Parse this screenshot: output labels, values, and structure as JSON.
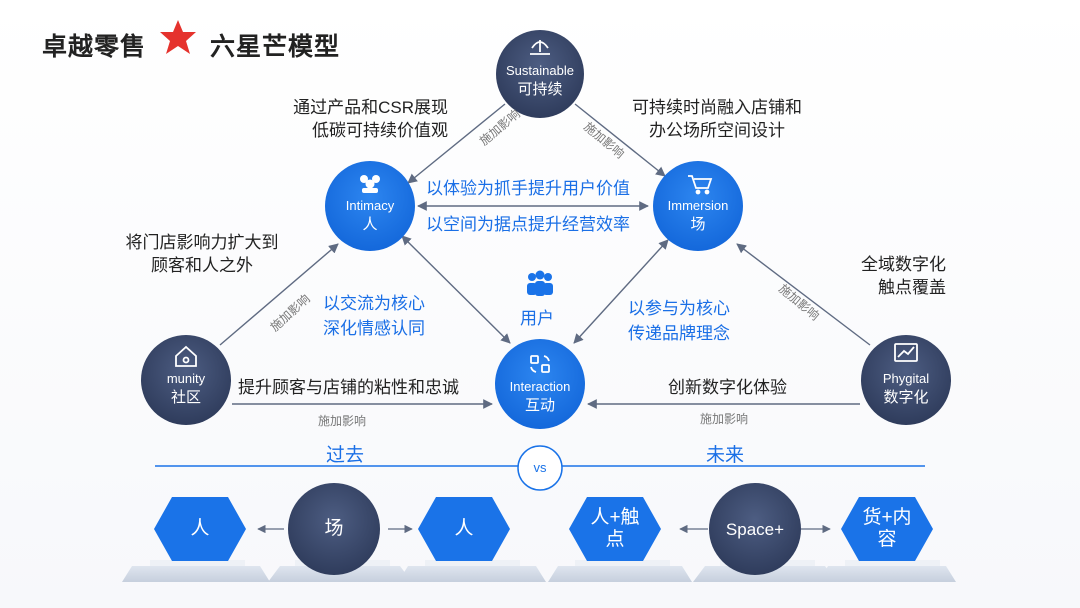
{
  "title": {
    "left": "卓越零售",
    "right": "六星芒模型"
  },
  "nodes": {
    "sustainable": {
      "en": "Sustainable",
      "cn": "可持续"
    },
    "intimacy": {
      "en": "Intimacy",
      "cn": "人"
    },
    "immersion": {
      "en": "Immersion",
      "cn": "场"
    },
    "community": {
      "en": "munity",
      "cn": "社区"
    },
    "interaction": {
      "en": "Interaction",
      "cn": "互动"
    },
    "phygital": {
      "en": "Phygital",
      "cn": "数字化"
    }
  },
  "notes": {
    "top_left": [
      "通过产品和CSR展现",
      "低碳可持续价值观"
    ],
    "top_right": [
      "可持续时尚融入店铺和",
      "办公场所空间设计"
    ],
    "mid_left": [
      "将门店影响力扩大到",
      "顾客和人之外"
    ],
    "mid_right": [
      "全域数字化",
      "触点覆盖"
    ],
    "center_top_1": "以体验为抓手提升用户价值",
    "center_top_2": "以空间为据点提升经营效率",
    "left_mid": [
      "以交流为核心",
      "深化情感认同"
    ],
    "right_mid": [
      "以参与为核心",
      "传递品牌理念"
    ],
    "user": "用户",
    "bottom_left": "提升顾客与店铺的粘性和忠诚",
    "bottom_right": "创新数字化体验"
  },
  "influence": "施加影响",
  "era": {
    "past": "过去",
    "future": "未来",
    "vs": "vs"
  },
  "bottom": {
    "h1": "人",
    "c1": "场",
    "h2": "人",
    "h3": [
      "人+触",
      "点"
    ],
    "c2": "Space+",
    "h4": [
      "货+内",
      "容"
    ]
  },
  "colors": {
    "blue": "#1a73e8",
    "navy": "#3b4a6e",
    "star": "#e5322d"
  }
}
